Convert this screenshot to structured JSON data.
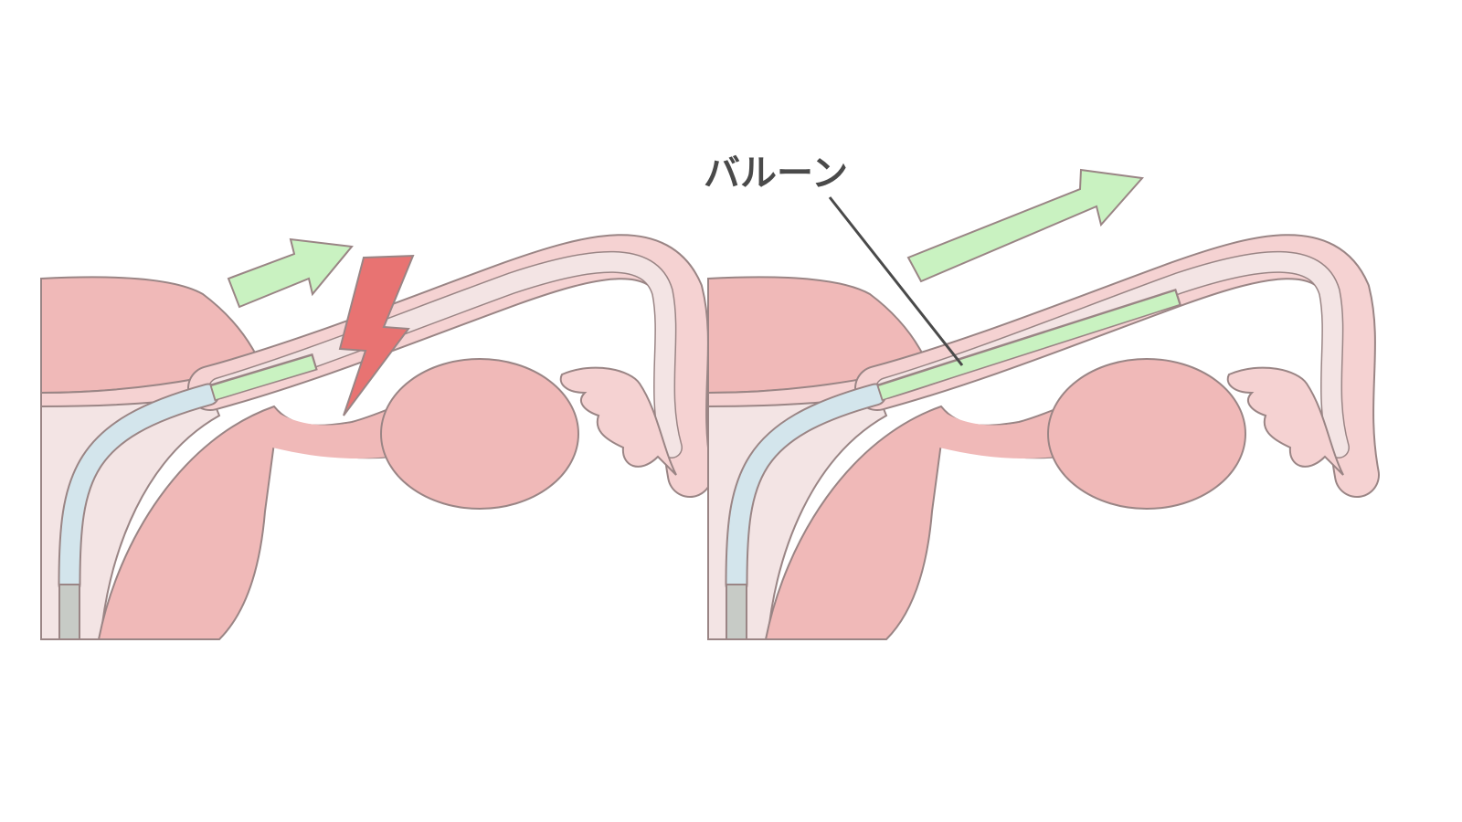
{
  "labels": {
    "balloon": "バルーン"
  },
  "colors": {
    "tissue_dark": "#f0b9b8",
    "tissue_mid": "#f5d2d2",
    "tissue_light": "#f3e4e4",
    "outline": "#9a8585",
    "catheter": "#d3e5ec",
    "catheter_base": "#c7cbc6",
    "balloon": "#c9f2c1",
    "arrow": "#c9f2c1",
    "pain": "#e87372"
  },
  "panels": [
    {
      "name": "before",
      "balloon_inflated": false,
      "pain_shown": true
    },
    {
      "name": "after",
      "balloon_inflated": true,
      "pain_shown": false
    }
  ]
}
